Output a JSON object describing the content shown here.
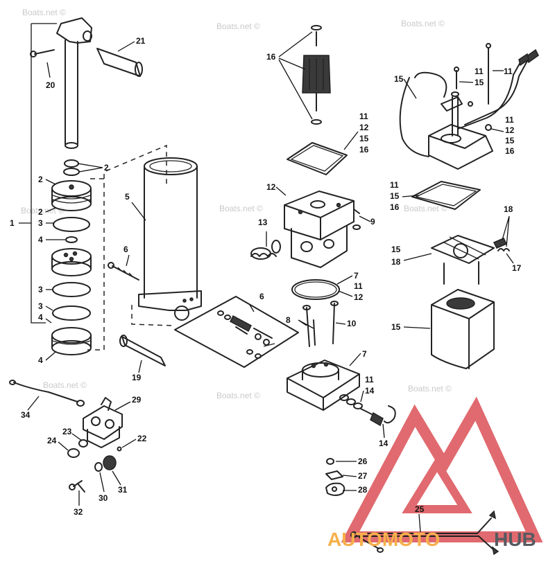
{
  "watermark_text": "Boats.net ©",
  "logo": {
    "word1": "AUTOMOTO",
    "word2": "HUB",
    "mark_color": "#e06a6f",
    "word1_color": "#f6b04a",
    "word2_color": "#555a60"
  },
  "labels": {
    "l1": "1",
    "l2a": "2",
    "l2b": "2",
    "l2c": "2",
    "l3a": "3",
    "l3b": "3",
    "l3c": "3",
    "l4a": "4",
    "l4b": "4",
    "l4c": "4",
    "l5": "5",
    "l6a": "6",
    "l6b": "6",
    "l7a": "7",
    "l7b": "7",
    "l8": "8",
    "l9": "9",
    "l10": "10",
    "l11a": "11",
    "l11b": "11",
    "l11c": "11",
    "l11d": "11",
    "l11e": "11",
    "l11f": "11",
    "l11g": "11",
    "l12a": "12",
    "l12b": "12",
    "l12c": "12",
    "l12d": "12",
    "l13": "13",
    "l14a": "14",
    "l14b": "14",
    "l15a": "15",
    "l15b": "15",
    "l15c": "15",
    "l15d": "15",
    "l15e": "15",
    "l15f": "15",
    "l15g": "15",
    "l16a": "16",
    "l16b": "16",
    "l16c": "16",
    "l16d": "16",
    "l17": "17",
    "l18a": "18",
    "l18b": "18",
    "l19": "19",
    "l20": "20",
    "l21": "21",
    "l22": "22",
    "l23": "23",
    "l24": "24",
    "l25": "25",
    "l26": "26",
    "l27": "27",
    "l28": "28",
    "l29": "29",
    "l30": "30",
    "l31": "31",
    "l32": "32",
    "l34": "34"
  }
}
